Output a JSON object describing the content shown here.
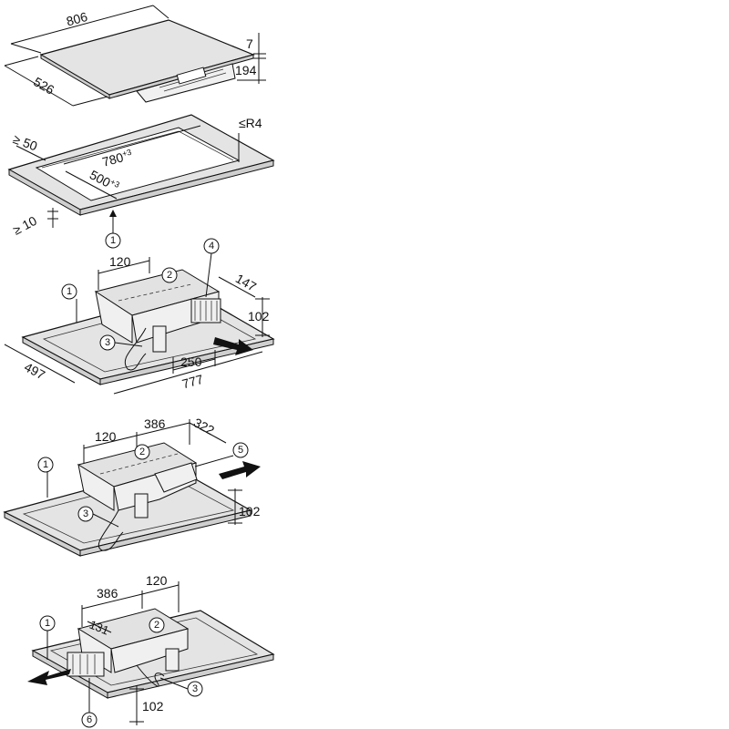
{
  "panel1": {
    "dim_width": "806",
    "dim_depth": "526",
    "dim_thickness": "7",
    "dim_height": "194"
  },
  "panel2": {
    "dim_min_edge": "≥ 50",
    "dim_cut_width": "780",
    "dim_cut_width_tol": "+3",
    "dim_cut_depth": "500",
    "dim_cut_depth_tol": "+3",
    "dim_radius": "≤R4",
    "dim_min_thickness": "≥ 10",
    "callout_1": "1"
  },
  "panel3": {
    "dim_120": "120",
    "dim_147": "147",
    "dim_102": "102",
    "dim_497": "497",
    "dim_250": "250",
    "dim_777": "777",
    "callout_1": "1",
    "callout_2": "2",
    "callout_3": "3",
    "callout_4": "4"
  },
  "panel4": {
    "dim_120": "120",
    "dim_386": "386",
    "dim_322": "322",
    "dim_102": "102",
    "callout_1": "1",
    "callout_2": "2",
    "callout_3": "3",
    "callout_5": "5"
  },
  "panel5": {
    "dim_386": "386",
    "dim_120": "120",
    "dim_131": "131",
    "dim_102": "102",
    "callout_1": "1",
    "callout_2": "2",
    "callout_3": "3",
    "callout_6": "6"
  }
}
